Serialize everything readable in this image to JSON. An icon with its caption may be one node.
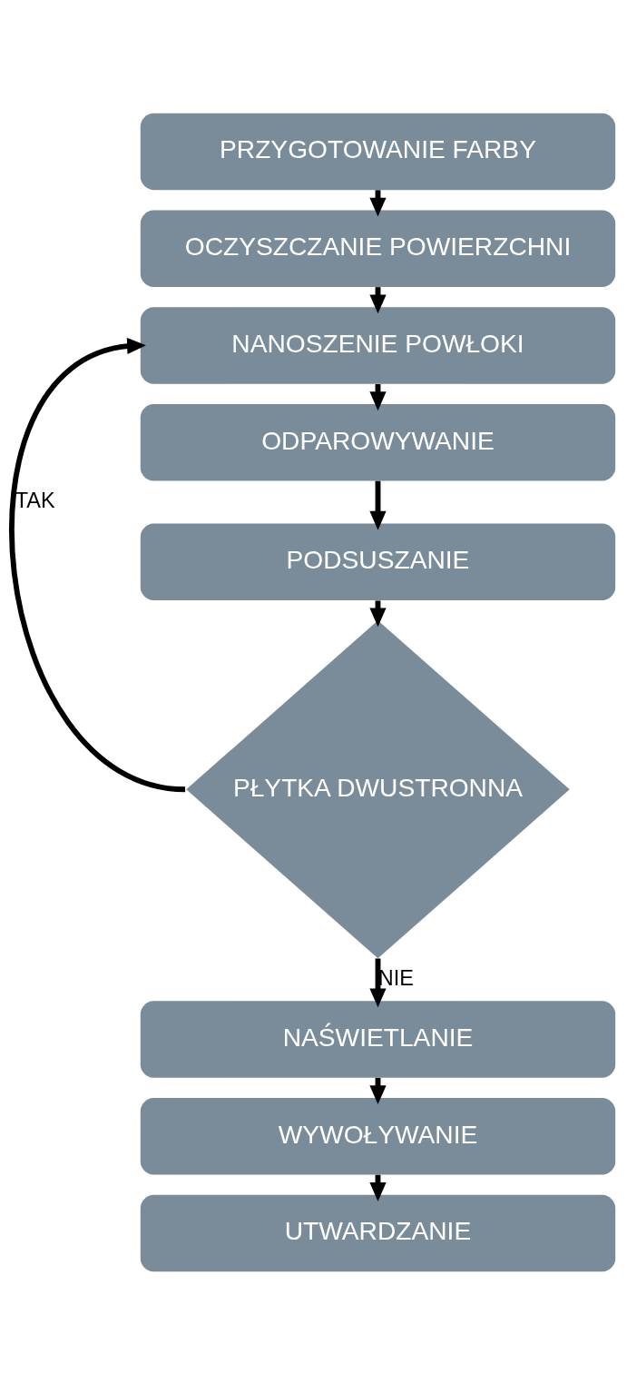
{
  "diagram": {
    "nodes": [
      {
        "text": [
          "PRZYGOTOWANIE FARBY"
        ]
      },
      {
        "text": [
          "OCZYSZCZANIE POWIERZCHNI"
        ]
      },
      {
        "text": [
          "NANOSZENIE POWŁOKI"
        ]
      },
      {
        "text": [
          "ODPAROWYWANIE"
        ]
      },
      {
        "text": [
          "PODSUSZANIE"
        ]
      },
      {
        "text": [
          "PŁYTKA DWUSTRONNA"
        ]
      },
      {
        "text": [
          "NAŚWIETLANIE"
        ]
      },
      {
        "text": [
          "WYWOŁYWANIE"
        ]
      },
      {
        "text": [
          "UTWARDZANIE"
        ]
      }
    ],
    "edges": [
      {
        "from": 0,
        "to": 1,
        "arrow": "to"
      },
      {
        "from": 1,
        "to": 2,
        "arrow": "to"
      },
      {
        "from": 2,
        "to": 3,
        "arrow": "to"
      },
      {
        "from": 3,
        "to": 4,
        "arrow": "to"
      },
      {
        "from": 4,
        "to": 5,
        "arrow": "to"
      },
      {
        "from": 5,
        "to": 2,
        "arrow": "to",
        "label": "TAK"
      },
      {
        "from": 5,
        "to": 6,
        "arrow": "to",
        "label": "NIE"
      },
      {
        "from": 6,
        "to": 7,
        "arrow": "to"
      },
      {
        "from": 7,
        "to": 8,
        "arrow": "to"
      }
    ]
  }
}
